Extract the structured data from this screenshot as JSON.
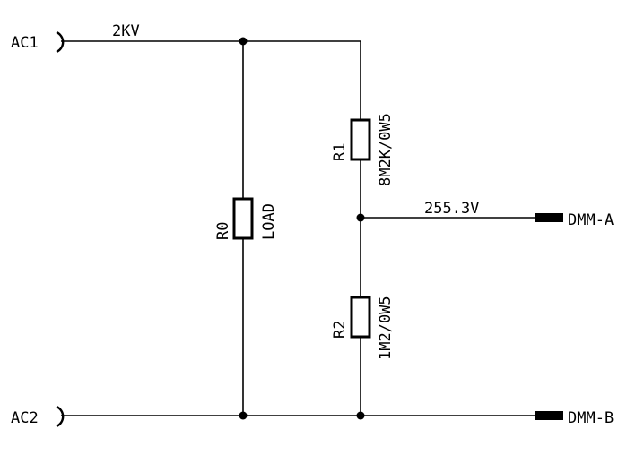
{
  "schematic": {
    "ports": {
      "ac1": "AC1",
      "ac2": "AC2",
      "dmm_a": "DMM-A",
      "dmm_b": "DMM-B"
    },
    "input_voltage": "2KV",
    "measured_voltage": "255.3V",
    "components": {
      "r0": {
        "ref": "R0",
        "value": "LOAD"
      },
      "r1": {
        "ref": "R1",
        "value": "8M2K/0W5"
      },
      "r2": {
        "ref": "R2",
        "value": "1M2/0W5"
      }
    }
  }
}
